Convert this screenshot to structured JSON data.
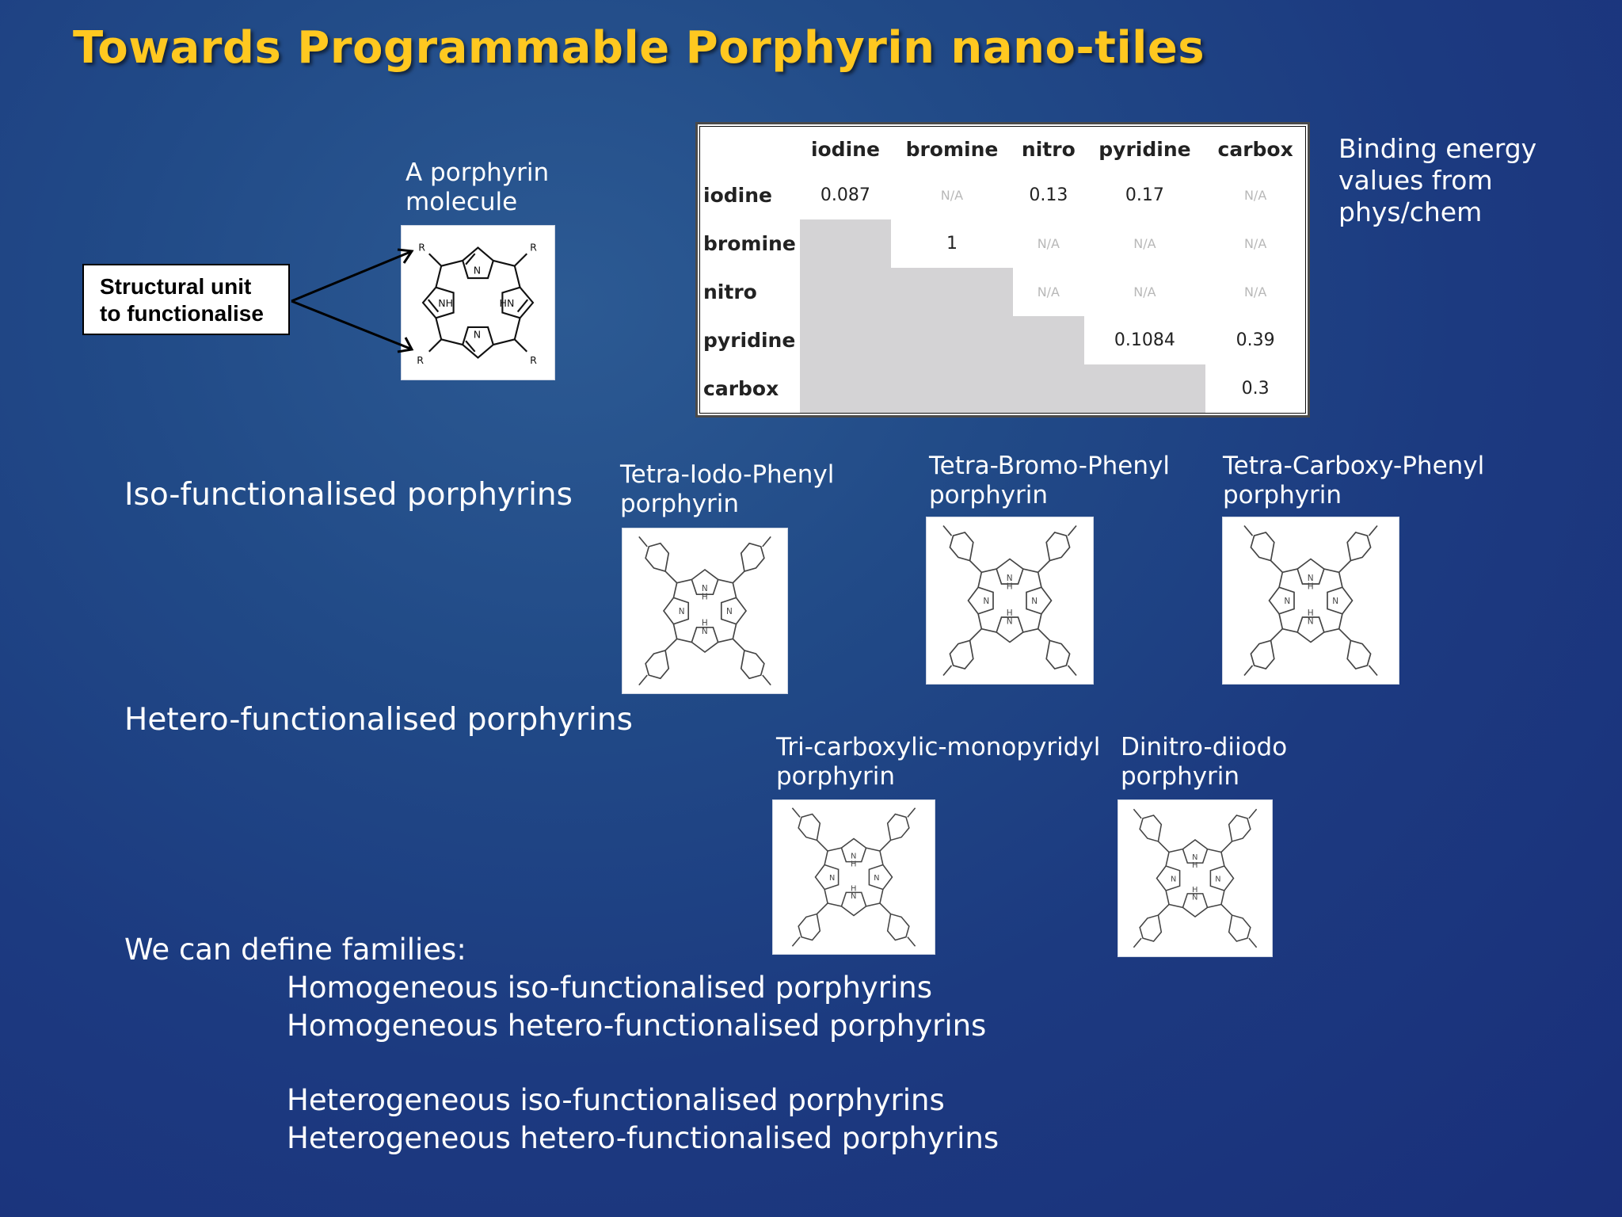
{
  "title": "Towards Programmable Porphyrin nano-tiles",
  "porphyrin_caption": [
    "A porphyrin",
    "molecule"
  ],
  "structural_box": [
    "Structural unit",
    "to functionalise"
  ],
  "binding_caption": [
    "Binding energy",
    "values from",
    "phys/chem"
  ],
  "table": {
    "columns": [
      "iodine",
      "bromine",
      "nitro",
      "pyridine",
      "carbox"
    ],
    "rows": [
      {
        "label": "iodine",
        "cells": [
          "0.087",
          "N/A",
          "0.13",
          "0.17",
          "N/A"
        ]
      },
      {
        "label": "bromine",
        "cells": [
          "",
          "1",
          "N/A",
          "N/A",
          "N/A"
        ]
      },
      {
        "label": "nitro",
        "cells": [
          "",
          "",
          "N/A",
          "N/A",
          "N/A"
        ]
      },
      {
        "label": "pyridine",
        "cells": [
          "",
          "",
          "",
          "0.1084",
          "0.39"
        ]
      },
      {
        "label": "carbox",
        "cells": [
          "",
          "",
          "",
          "",
          "0.3"
        ]
      }
    ]
  },
  "iso_heading": "Iso-functionalised porphyrins",
  "hetero_heading": "Hetero-functionalised porphyrins",
  "molecules": {
    "tetra_iodo": [
      "Tetra-Iodo-Phenyl",
      "porphyrin"
    ],
    "tetra_bromo": [
      "Tetra-Bromo-Phenyl",
      "porphyrin"
    ],
    "tetra_carboxy": [
      "Tetra-Carboxy-Phenyl",
      "porphyrin"
    ],
    "tri_carboxylic": [
      "Tri-carboxylic-monopyridyl",
      "porphyrin"
    ],
    "dinitro": [
      "Dinitro-diiodo",
      "porphyrin"
    ]
  },
  "families": {
    "intro": "We can define families:",
    "items": [
      "Homogeneous iso-functionalised porphyrins",
      "Homogeneous hetero-functionalised porphyrins",
      "Heterogeneous iso-functionalised porphyrins",
      "Heterogeneous hetero-functionalised porphyrins"
    ]
  },
  "colors": {
    "title": "#ffc820",
    "table_grey": "#d4d3d5",
    "background": "#1f3f85"
  }
}
